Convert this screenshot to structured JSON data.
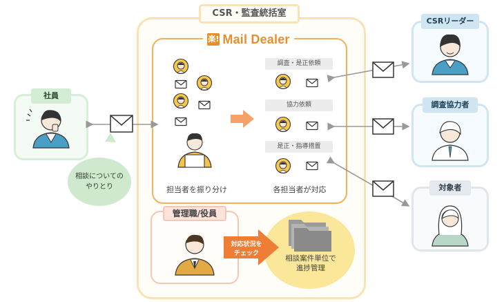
{
  "dept": {
    "title": "CSR・監査統括室"
  },
  "brand": {
    "mark": "楽!",
    "name": "Mail Dealer"
  },
  "assign": {
    "caption": "担当者を振り分け"
  },
  "respond": {
    "caption": "各担当者が対応"
  },
  "tasks": [
    "調査・是正依頼",
    "協力依頼",
    "是正・指導措置"
  ],
  "management": {
    "title": "管理職/役員",
    "check_line1": "対応状況を",
    "check_line2": "チェック"
  },
  "progress": {
    "line1": "相談案件単位で",
    "line2": "進捗管理"
  },
  "employee": {
    "title": "社員"
  },
  "consult": {
    "line1": "相談についての",
    "line2": "やりとり"
  },
  "leader": {
    "title": "CSRリーダー"
  },
  "cooperator": {
    "title": "調査協力者"
  },
  "target": {
    "title": "対象者"
  },
  "colors": {
    "orange": "#f2b05b",
    "green": "#d3ecd4",
    "blue": "#cfe6f2",
    "yellow": "#fbe79a",
    "icon": "person-icon / envelope-icon"
  }
}
